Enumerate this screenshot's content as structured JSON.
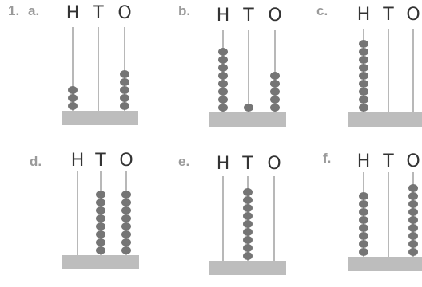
{
  "question_number": "1.",
  "place_labels": [
    "H",
    "T",
    "O"
  ],
  "abaci": [
    {
      "letter": "a.",
      "beads": {
        "H": 3,
        "T": 0,
        "O": 5
      }
    },
    {
      "letter": "b.",
      "beads": {
        "H": 8,
        "T": 1,
        "O": 5
      }
    },
    {
      "letter": "c.",
      "beads": {
        "H": 9,
        "T": 0,
        "O": 0
      }
    },
    {
      "letter": "d.",
      "beads": {
        "H": 0,
        "T": 8,
        "O": 8
      }
    },
    {
      "letter": "e.",
      "beads": {
        "H": 0,
        "T": 9,
        "O": 0
      }
    },
    {
      "letter": "f.",
      "beads": {
        "H": 8,
        "T": 0,
        "O": 9
      }
    }
  ]
}
